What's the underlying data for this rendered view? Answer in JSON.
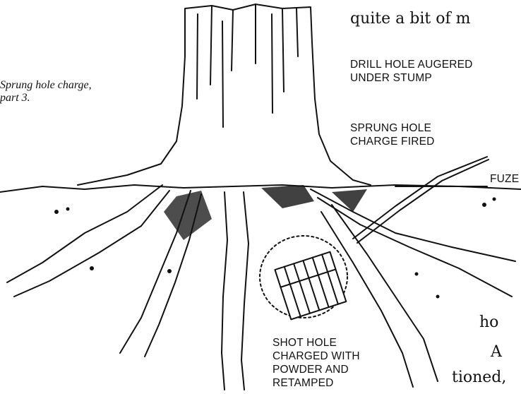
{
  "caption": "Sprung hole charge,\npart 3.",
  "book_text": {
    "top_line": "quite a bit of m",
    "fragment_1": "ho",
    "fragment_2": "A",
    "fragment_3": "tioned,"
  },
  "labels": {
    "drill_hole": "DRILL HOLE AUGERED\nUNDER STUMP",
    "sprung_hole": "SPRUNG HOLE\nCHARGE FIRED",
    "fuze": "FUZE",
    "shot_hole": "SHOT HOLE\nCHARGED WITH\nPOWDER AND\nRETAMPED"
  },
  "colors": {
    "ink": "#111111",
    "paper": "#ffffff"
  }
}
